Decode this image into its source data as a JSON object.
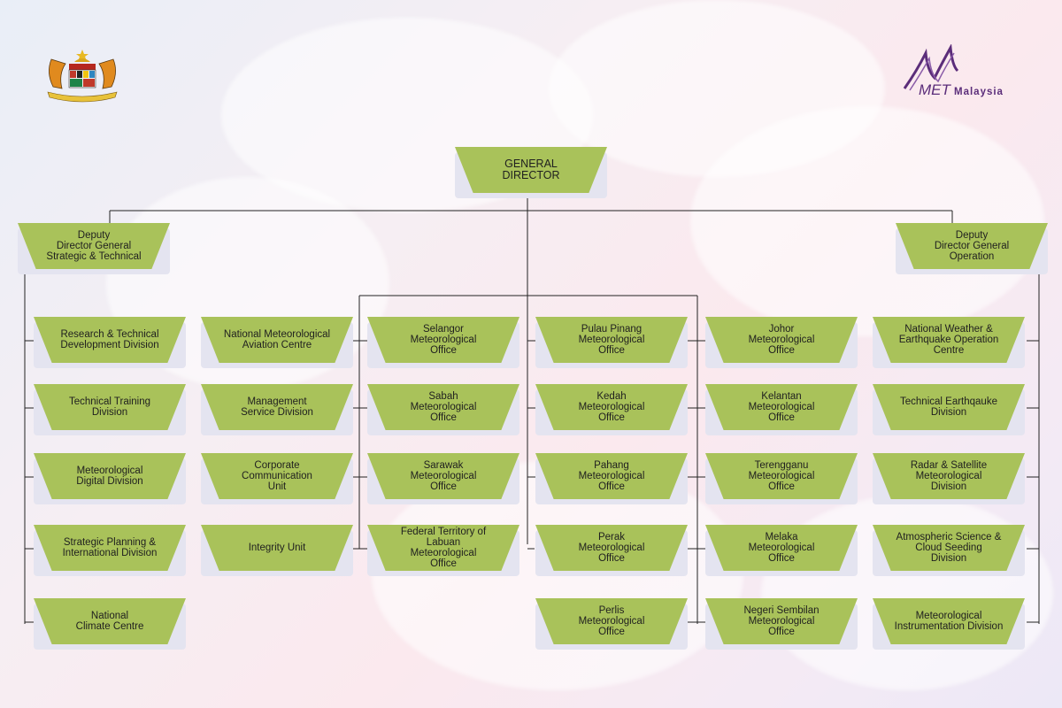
{
  "header": {
    "logo_met": {
      "mark": "MET",
      "word": "Malaysia"
    }
  },
  "top": {
    "label": "GENERAL\nDIRECTOR"
  },
  "deputies": [
    {
      "label": "Deputy\nDirector General\nStrategic & Technical"
    },
    {
      "label": "Deputy\nDirector General\nOperation"
    }
  ],
  "columns": [
    {
      "items": [
        {
          "label": "Research & Technical\nDevelopment Division"
        },
        {
          "label": "Technical Training\nDivision"
        },
        {
          "label": "Meteorological\nDigital Division"
        },
        {
          "label": "Strategic Planning &\nInternational Division"
        },
        {
          "label": "National\nClimate Centre"
        }
      ]
    },
    {
      "items": [
        {
          "label": "National Meteorological\nAviation Centre"
        },
        {
          "label": "Management\nService Division"
        },
        {
          "label": "Corporate Communication\nUnit"
        },
        {
          "label": "Integrity Unit"
        }
      ]
    },
    {
      "items": [
        {
          "label": "Selangor\nMeteorological\nOffice"
        },
        {
          "label": "Sabah\nMeteorological\nOffice"
        },
        {
          "label": "Sarawak\nMeteorological\nOffice"
        },
        {
          "label": "Federal Territory of\nLabuan\nMeteorological\nOffice"
        }
      ]
    },
    {
      "items": [
        {
          "label": "Pulau Pinang\nMeteorological\nOffice"
        },
        {
          "label": "Kedah\nMeteorological\nOffice"
        },
        {
          "label": "Pahang\nMeteorological\nOffice"
        },
        {
          "label": "Perak\nMeteorological\nOffice"
        },
        {
          "label": "Perlis\nMeteorological\nOffice"
        }
      ]
    },
    {
      "items": [
        {
          "label": "Johor\nMeteorological\nOffice"
        },
        {
          "label": "Kelantan\nMeteorological\nOffice"
        },
        {
          "label": "Terengganu\nMeteorological\nOffice"
        },
        {
          "label": "Melaka\nMeteorological\nOffice"
        },
        {
          "label": "Negeri Sembilan\nMeteorological\nOffice"
        }
      ]
    },
    {
      "items": [
        {
          "label": "National Weather &\nEarthquake Operation\nCentre"
        },
        {
          "label": "Technical Earthqauke\nDivision"
        },
        {
          "label": "Radar & Satellite\nMeteorological\nDivision"
        },
        {
          "label": "Atmospheric Science &\nCloud Seeding\nDivision"
        },
        {
          "label": "Meteorological\nInstrumentation Division"
        }
      ]
    }
  ],
  "colors": {
    "box_green": "#a9c25a",
    "box_shadow": "#e4e4f0",
    "line": "#222222",
    "logo_purple": "#5b2d7a"
  }
}
